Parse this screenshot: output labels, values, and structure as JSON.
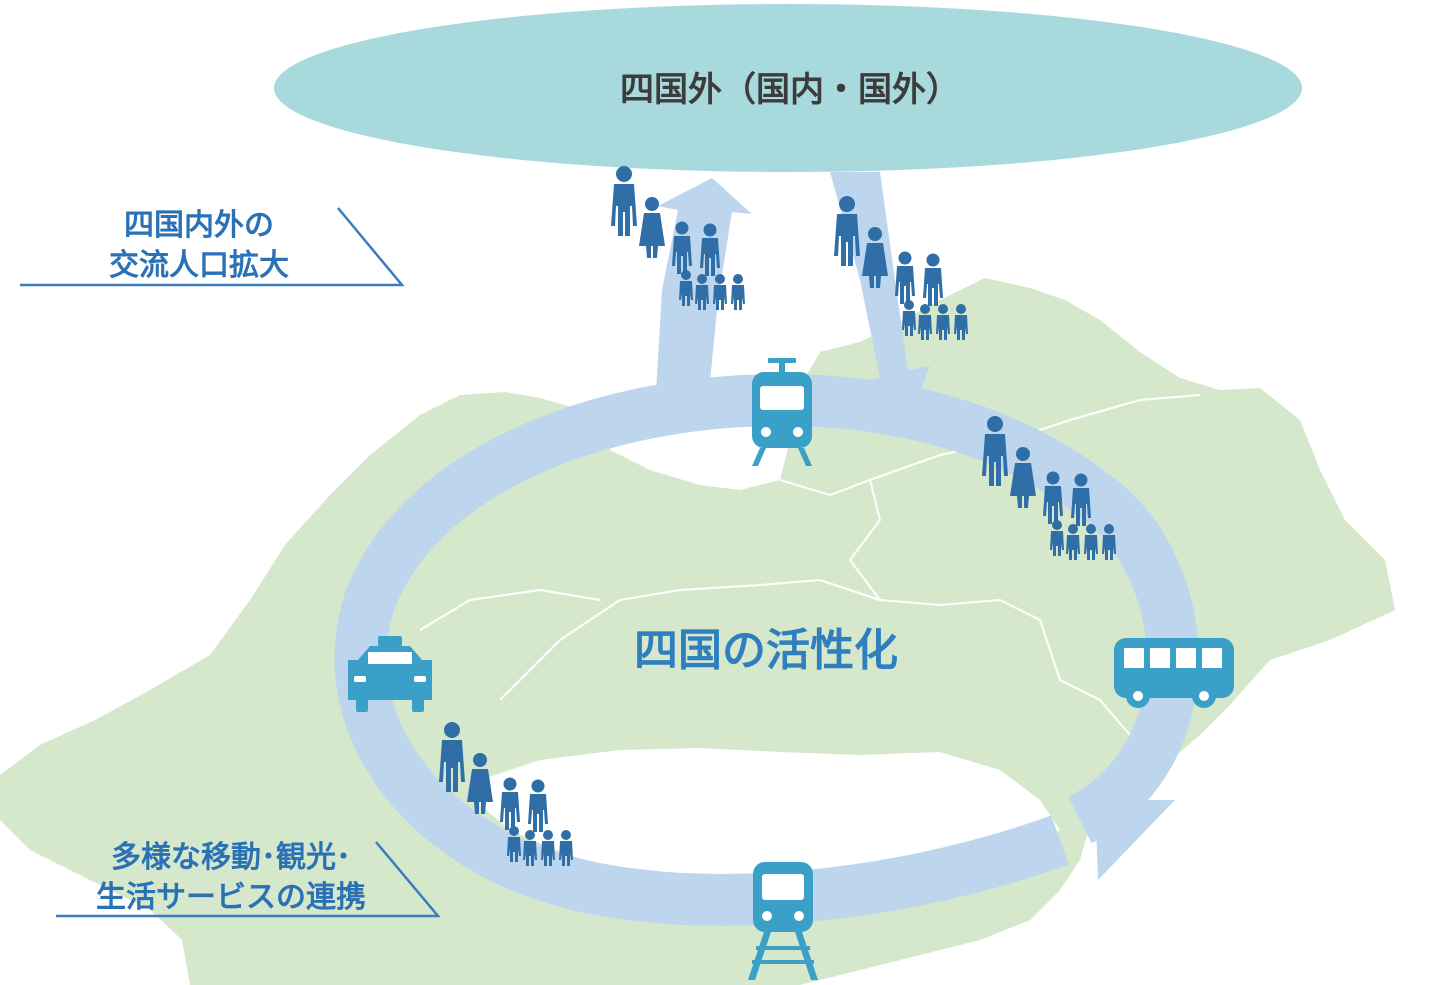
{
  "top_region": {
    "label": "四国外（国内・国外）"
  },
  "center": {
    "label": "四国の活性化"
  },
  "callout_top": {
    "line1": "四国内外の",
    "line2": "交流人口拡大"
  },
  "callout_bottom": {
    "line1": "多様な移動･観光･",
    "line2": "生活サービスの連携"
  },
  "icons": [
    "tram-icon",
    "bus-icon",
    "train-icon",
    "taxi-icon"
  ],
  "colors": {
    "ellipse_fill": "#a8d9dd",
    "map_fill": "#d6e8cc",
    "ring": "#bdd6ee",
    "people": "#2f6ea6",
    "vehicle": "#3aa0c7",
    "center_text": "#2f7fbf",
    "callout_text": "#2a72b5",
    "callout_line": "#3b7cc0"
  }
}
